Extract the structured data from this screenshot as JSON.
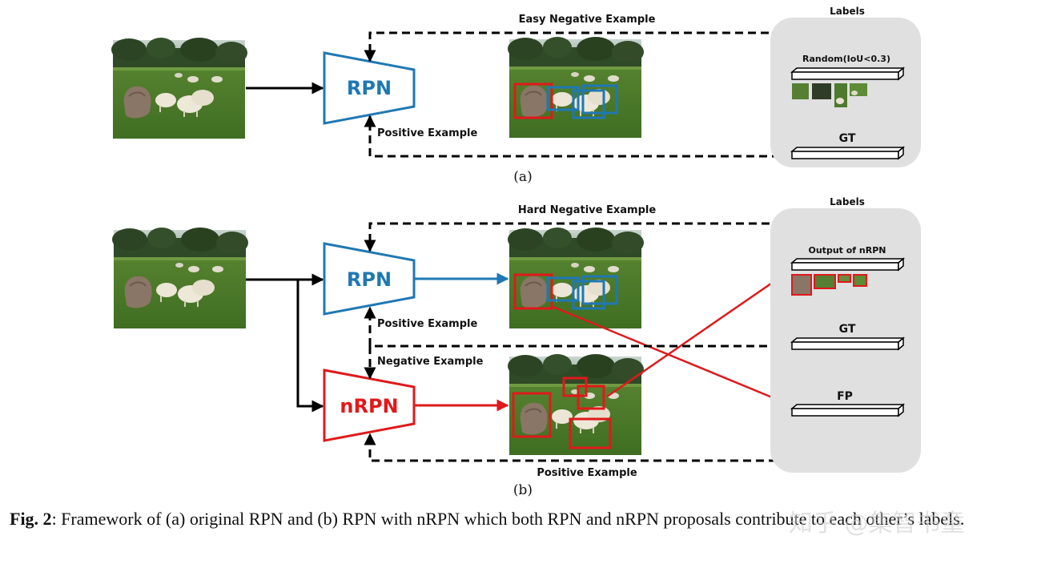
{
  "colors": {
    "rpn": "#1f78b4",
    "nrpn": "#e0191b",
    "panel": "#e0e0e0"
  },
  "part_a": {
    "top_label": "Easy Negative Example",
    "positive_label": "Positive Example",
    "rpn_label": "RPN",
    "labels_title": "Labels",
    "random_label": "Random(IoU<0.3)",
    "gt_label": "GT",
    "subfig_label": "(a)"
  },
  "part_b": {
    "top_label": "Hard Negative Example",
    "positive_label": "Positive Example",
    "negative_label": "Negative Example",
    "bottom_label": "Positive Example",
    "rpn_label": "RPN",
    "nrpn_label": "nRPN",
    "labels_title": "Labels",
    "output_label": "Output of nRPN",
    "gt_label": "GT",
    "fp_label": "FP",
    "subfig_label": "(b)"
  },
  "caption": {
    "prefix": "Fig. 2",
    "text": ": Framework of (a) original RPN and (b) RPN with nRPN which both RPN and nRPN proposals contribute to each other’s labels."
  },
  "watermark": "知乎 @集智书童"
}
